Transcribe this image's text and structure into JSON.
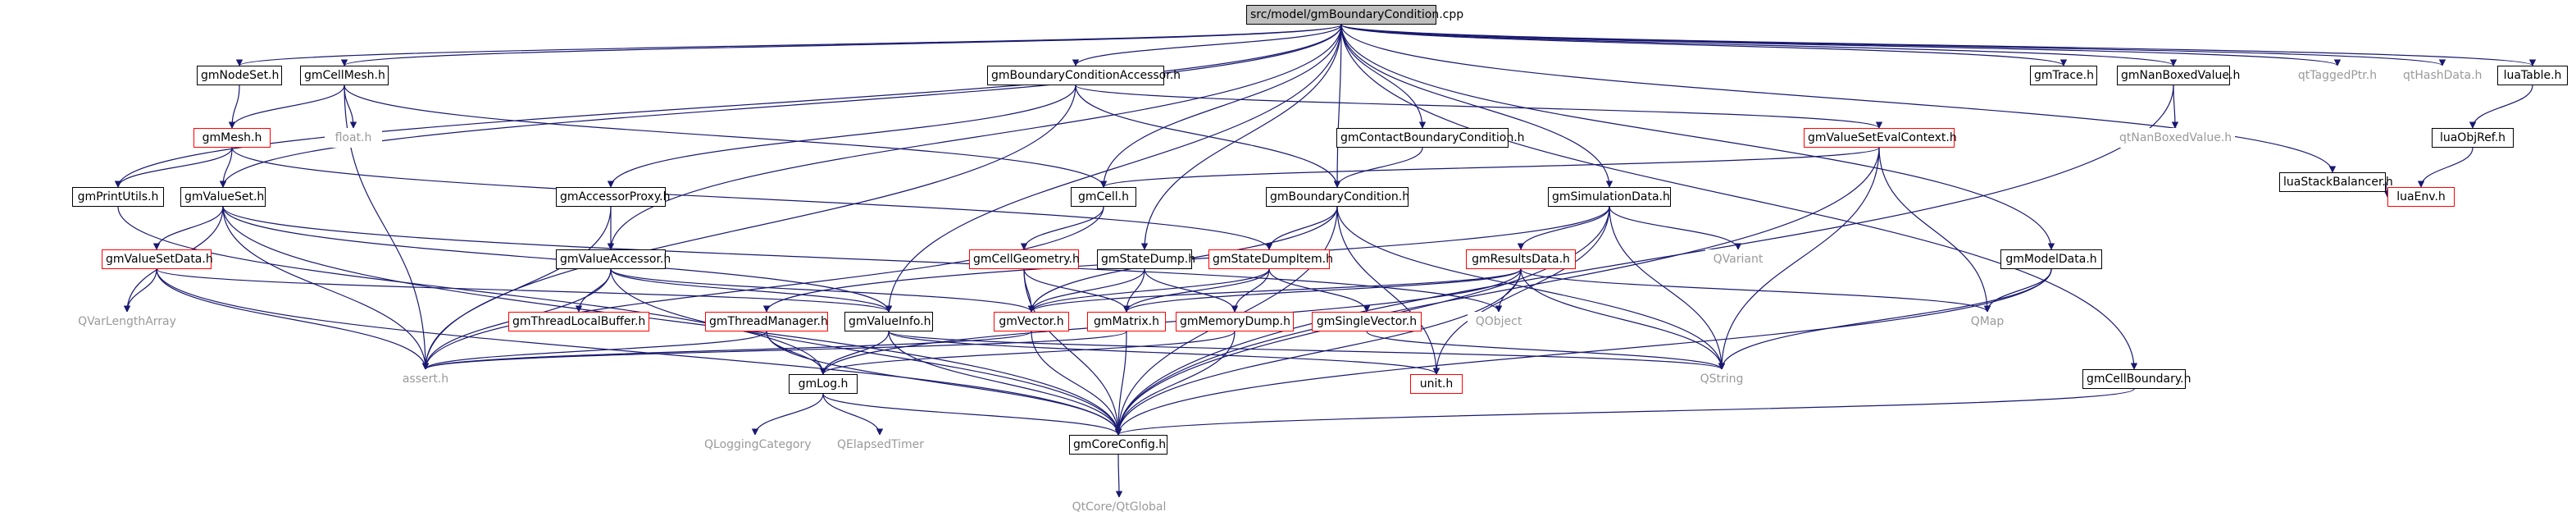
{
  "nodes": {
    "root": "src/model/gmBoundaryCondition.cpp",
    "gmNodeSet": "gmNodeSet.h",
    "gmCellMesh": "gmCellMesh.h",
    "gmBCAccessor": "gmBoundaryConditionAccessor.h",
    "gmTrace": "gmTrace.h",
    "gmNanBoxed": "gmNanBoxedValue.h",
    "qtTaggedPtr": "qtTaggedPtr.h",
    "qtHashData": "qtHashData.h",
    "luaTable": "luaTable.h",
    "gmMesh": "gmMesh.h",
    "float": "float.h",
    "gmContactBC": "gmContactBoundaryCondition.h",
    "gmValueSetEvalContext": "gmValueSetEvalContext.h",
    "qtNanBoxed": "qtNanBoxedValue.h",
    "luaStackBalancer": "luaStackBalancer.h",
    "luaObjRef": "luaObjRef.h",
    "gmPrintUtils": "gmPrintUtils.h",
    "gmValueSet": "gmValueSet.h",
    "gmAccessorProxy": "gmAccessorProxy.h",
    "gmCell": "gmCell.h",
    "gmBC": "gmBoundaryCondition.h",
    "gmSimulationData": "gmSimulationData.h",
    "luaEnv": "luaEnv.h",
    "gmValueSetData": "gmValueSetData.h",
    "gmValueAccessor": "gmValueAccessor.h",
    "gmCellGeometry": "gmCellGeometry.h",
    "gmStateDump": "gmStateDump.h",
    "gmStateDumpItem": "gmStateDumpItem.h",
    "gmResultsData": "gmResultsData.h",
    "QVariant": "QVariant",
    "gmModelData": "gmModelData.h",
    "QVarLengthArray": "QVarLengthArray",
    "gmThreadLocalBuffer": "gmThreadLocalBuffer.h",
    "gmThreadManager": "gmThreadManager.h",
    "gmValueInfo": "gmValueInfo.h",
    "gmVector": "gmVector.h",
    "gmMatrix": "gmMatrix.h",
    "gmMemoryDump": "gmMemoryDump.h",
    "gmSingleVector": "gmSingleVector.h",
    "QObject": "QObject",
    "QMap": "QMap",
    "assert": "assert.h",
    "gmLog": "gmLog.h",
    "unit": "unit.h",
    "QString": "QString",
    "gmCellBoundary": "gmCellBoundary.h",
    "QLoggingCategory": "QLoggingCategory",
    "QElapsedTimer": "QElapsedTimer",
    "gmCoreConfig": "gmCoreConfig.h",
    "QtGlobal": "QtCore/QtGlobal"
  },
  "colors": {
    "edge": "#191970",
    "gray_edge": "#9a9a9a",
    "missing_border": "#ff0000",
    "root_fill": "#bfbfbf"
  }
}
